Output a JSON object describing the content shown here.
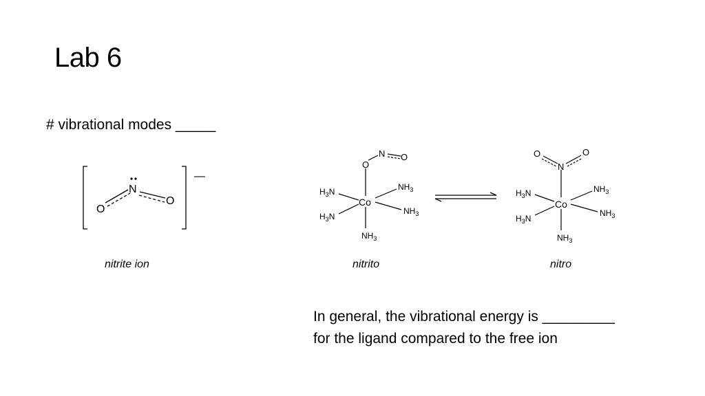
{
  "slide": {
    "title": "Lab 6",
    "prompt": "# vibrational modes _____",
    "note_line1": "In general, the vibrational energy is _________",
    "note_line2": "for the ligand compared to the free ion"
  },
  "captions": {
    "nitrite": "nitrite ion",
    "nitrito": "nitrito",
    "nitro": "nitro"
  },
  "atoms": {
    "N": "N",
    "O": "O",
    "Co": "Co",
    "H3N": "H3N",
    "NH3": "NH3",
    "charge": "—"
  }
}
